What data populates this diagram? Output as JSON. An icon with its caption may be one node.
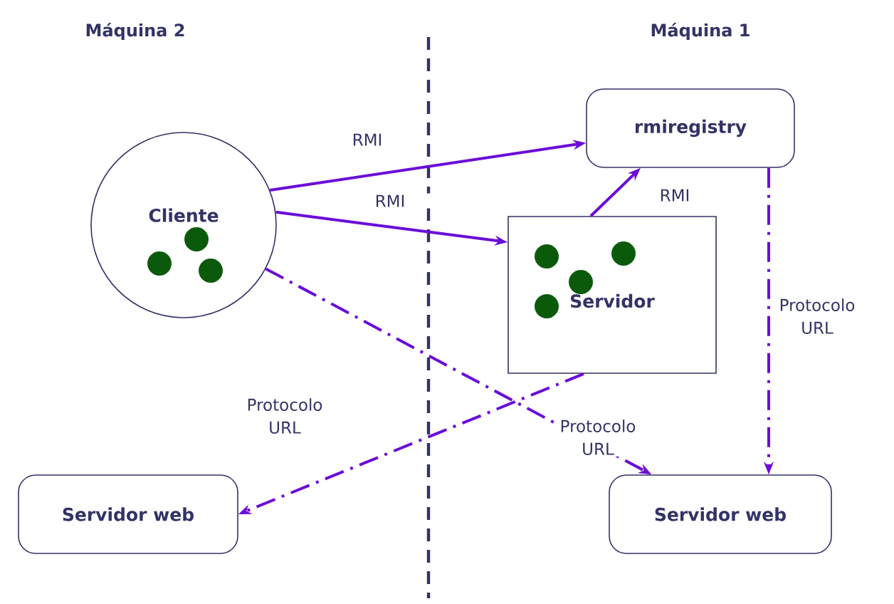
{
  "diagram": {
    "nodes": [
      {
        "text": [
          "Cliente"
        ]
      },
      {
        "text": [
          "rmiregistry"
        ]
      },
      {
        "text": [
          "Servidor"
        ]
      },
      {
        "text": [
          "Servidor web"
        ]
      },
      {
        "text": [
          "Servidor web"
        ]
      }
    ],
    "edges": [
      {
        "from": 0,
        "to": 1,
        "arrow": "to",
        "label": "RMI"
      },
      {
        "from": 0,
        "to": 2,
        "arrow": "to",
        "label": "RMI"
      },
      {
        "from": 2,
        "to": 1,
        "arrow": "to",
        "label": "RMI"
      },
      {
        "from": 1,
        "to": 4,
        "arrow": "to",
        "label": "Protocolo URL",
        "style": "dashed"
      },
      {
        "from": 0,
        "to": 4,
        "arrow": "to",
        "label": "Protocolo URL",
        "style": "dashed"
      },
      {
        "from": 2,
        "to": 3,
        "arrow": "to",
        "label": "Protocolo URL",
        "style": "dashed"
      }
    ],
    "labels": [
      "Máquina 2",
      "Máquina 1"
    ]
  }
}
